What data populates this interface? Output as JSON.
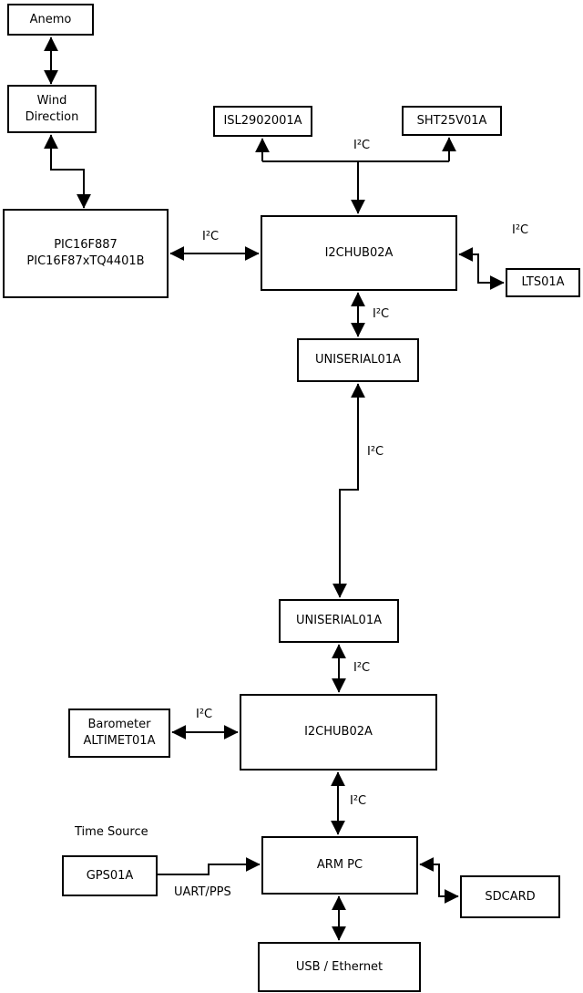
{
  "boxes": {
    "anemo": {
      "label": "Anemo"
    },
    "wind_direction": {
      "label": "Wind\nDirection"
    },
    "pic": {
      "label": "PIC16F887\nPIC16F87xTQ4401B"
    },
    "isl": {
      "label": "ISL2902001A"
    },
    "sht": {
      "label": "SHT25V01A"
    },
    "i2chub_top": {
      "label": "I2CHUB02A"
    },
    "lts": {
      "label": "LTS01A"
    },
    "uniserial_upper": {
      "label": "UNISERIAL01A"
    },
    "uniserial_lower": {
      "label": "UNISERIAL01A"
    },
    "i2chub_bottom": {
      "label": "I2CHUB02A"
    },
    "barometer": {
      "label": "Barometer\nALTIMET01A"
    },
    "gps": {
      "label": "GPS01A"
    },
    "arm_pc": {
      "label": "ARM PC"
    },
    "sdcard": {
      "label": "SDCARD"
    },
    "usb_ethernet": {
      "label": "USB / Ethernet"
    }
  },
  "labels": {
    "i2c_pic_hub": "I²C",
    "i2c_sensors": "I²C",
    "i2c_lts": "I²C",
    "i2c_hub_uniserial": "I²C",
    "i2c_long_link": "I²C",
    "i2c_uniserial_hub2": "I²C",
    "i2c_barometer": "I²C",
    "i2c_hub2_arm": "I²C",
    "time_source": "Time Source",
    "uart_pps": "UART/PPS"
  },
  "colors": {
    "line": "#000000",
    "box_border": "#000000",
    "box_fill": "#ffffff",
    "background": "#ffffff"
  }
}
